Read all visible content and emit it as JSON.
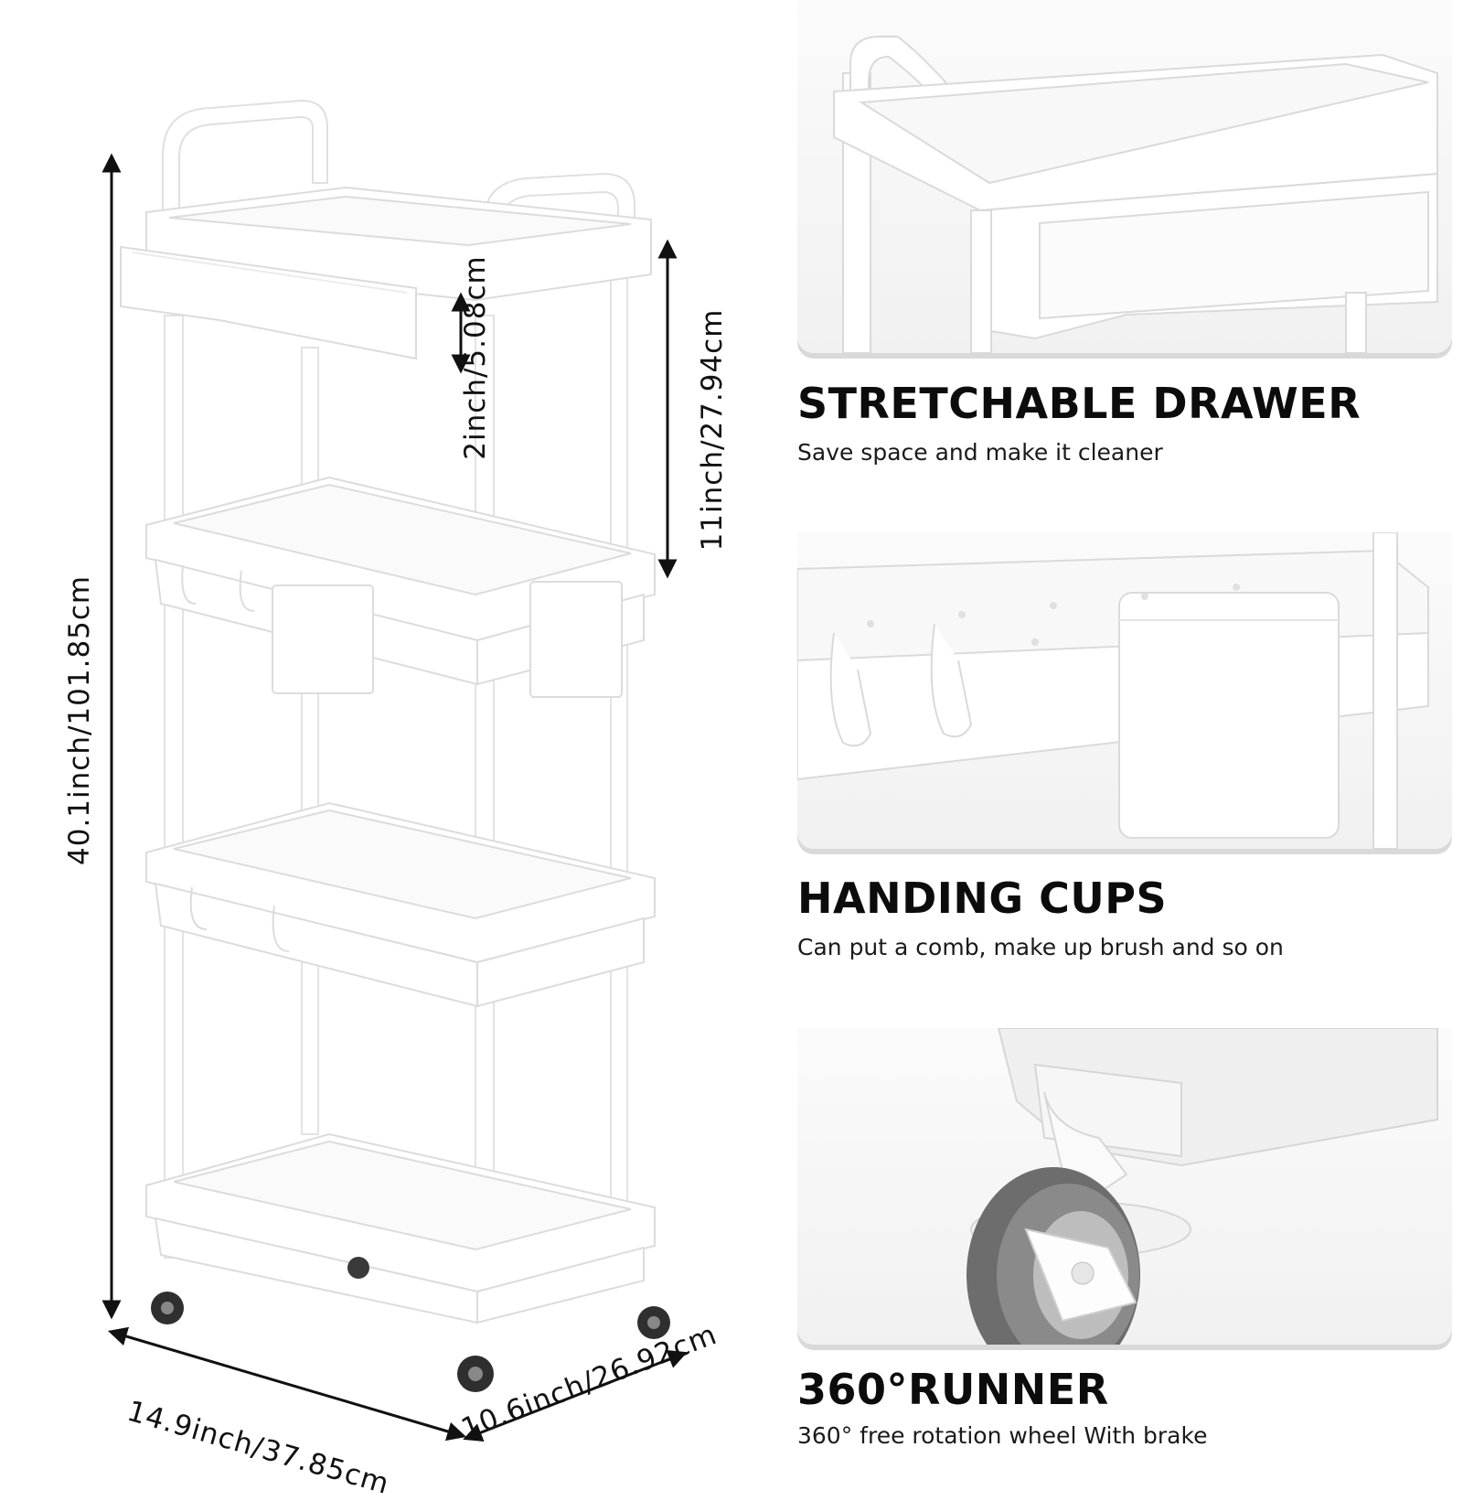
{
  "dimensions": {
    "height_total": "40.1inch/101.85cm",
    "drawer_height": "2inch/5.08cm",
    "tier_gap": "11inch/27.94cm",
    "width": "14.9inch/37.85cm",
    "depth": "10.6inch/26.92cm"
  },
  "features": [
    {
      "title": "STRETCHABLE DRAWER",
      "description": "Save space and make it cleaner"
    },
    {
      "title": "HANDING CUPS",
      "description": "Can put a comb, make up brush and so on"
    },
    {
      "title": "360°RUNNER",
      "description": "360° free rotation wheel With brake"
    }
  ],
  "colors": {
    "product": "#ffffff",
    "outline": "#e2e2e2",
    "wheel": "#333333",
    "arrow": "#111111"
  }
}
